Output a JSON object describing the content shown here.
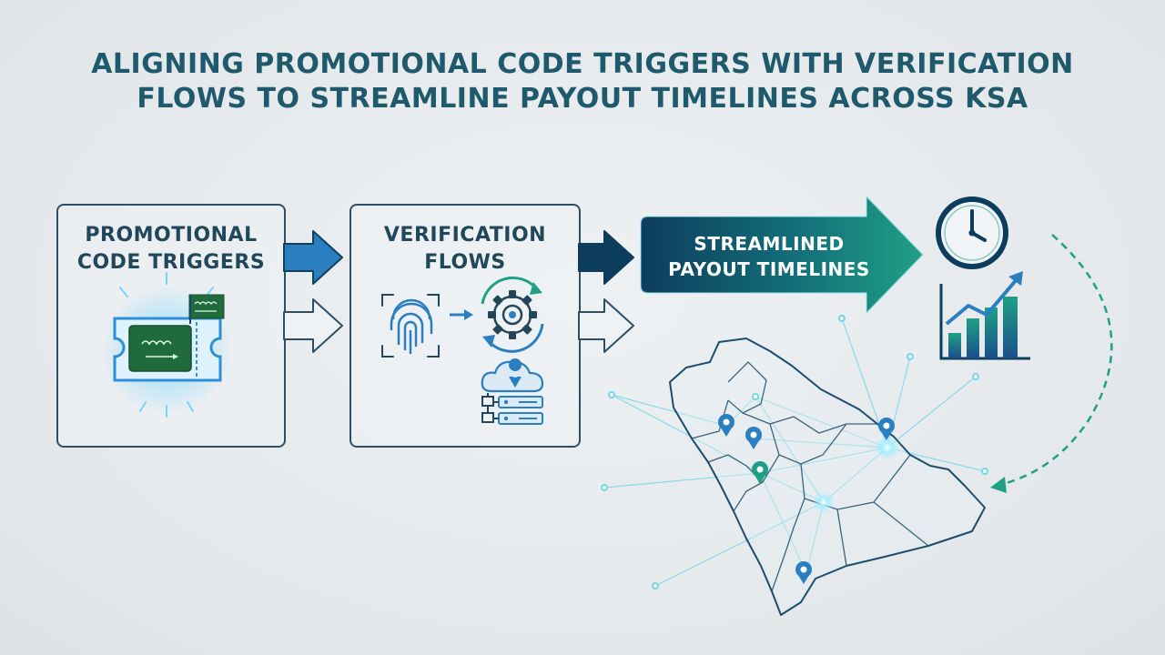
{
  "title": {
    "line1": "ALIGNING PROMOTIONAL CODE TRIGGERS WITH VERIFICATION",
    "line2": "FLOWS TO STREAMLINE PAYOUT TIMELINES ACROSS KSA"
  },
  "steps": {
    "promo": {
      "line1": "PROMOTIONAL",
      "line2": "CODE TRIGGERS"
    },
    "verify": {
      "line1": "VERIFICATION",
      "line2": "FLOWS"
    },
    "payout": {
      "line1": "STREAMLINED",
      "line2": "PAYOUT TIMELINES"
    }
  },
  "icons": {
    "promo": [
      "ticket-icon",
      "saudi-flag-icon"
    ],
    "verify": [
      "fingerprint-icon",
      "gear-sync-icon",
      "cloud-server-icon"
    ],
    "payout": [
      "clock-icon",
      "bar-chart-growth-icon",
      "ksa-map-network"
    ]
  },
  "colors": {
    "title": "#1e5a6b",
    "dark_blue": "#0d3d5c",
    "teal": "#1fa085",
    "accent_blue": "#2a7fc0",
    "outline": "#2e4f62"
  }
}
